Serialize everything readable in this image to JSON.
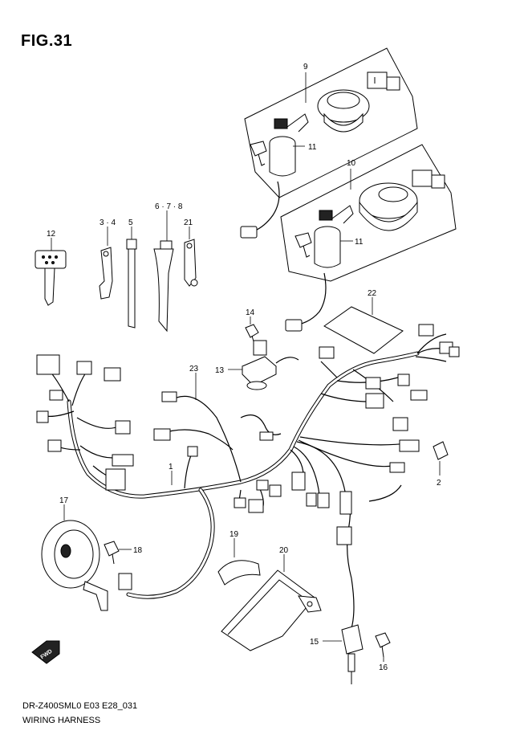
{
  "figure": {
    "title": "FIG.31",
    "footer_code": "DR-Z400SML0 E03 E28_031",
    "footer_name": "WIRING HARNESS",
    "direction_label": "FWD"
  },
  "callouts": {
    "c1": "1",
    "c2": "2",
    "c3_4": "3 · 4",
    "c5": "5",
    "c6_7_8": "6 · 7 · 8",
    "c9": "9",
    "c10": "10",
    "c11a": "11",
    "c11b": "11",
    "c12": "12",
    "c13": "13",
    "c14": "14",
    "c15": "15",
    "c16": "16",
    "c17": "17",
    "c18": "18",
    "c19": "19",
    "c20": "20",
    "c21": "21",
    "c22": "22",
    "c23": "23"
  }
}
